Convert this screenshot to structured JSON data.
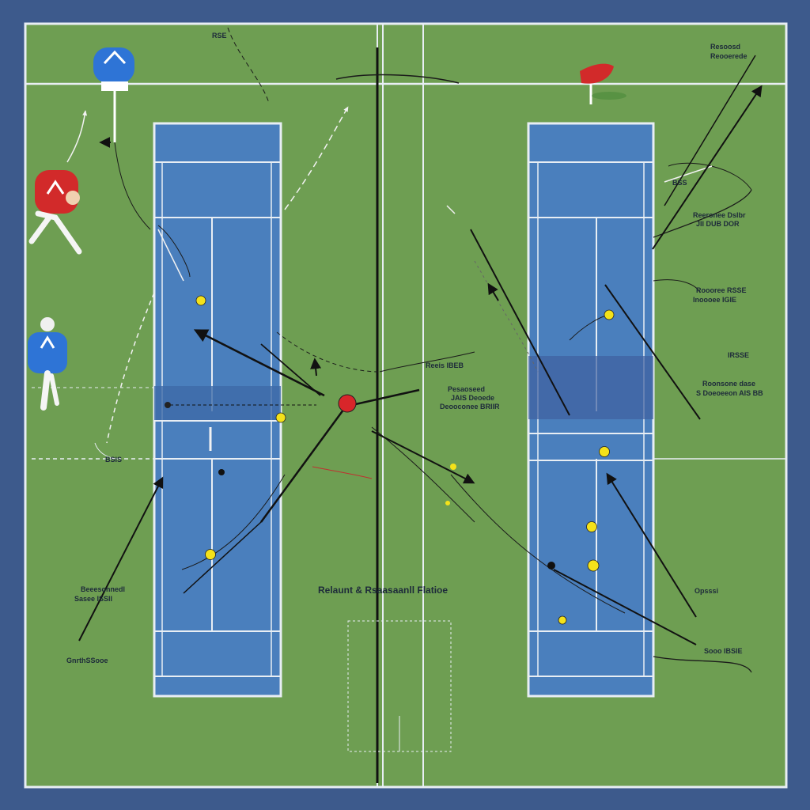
{
  "colors": {
    "frame": "#3d5a8c",
    "field": "#6e9e52",
    "court": "#4a7fbd",
    "lines": "#e8eef4",
    "ball": "#f4e21a",
    "red": "#d8262a",
    "arrow": "#111111"
  },
  "players": [
    {
      "name": "player-blue-top",
      "color": "#2e74d6"
    },
    {
      "name": "player-red",
      "color": "#d22a2a"
    },
    {
      "name": "player-blue-bottom",
      "color": "#2e74d6"
    }
  ],
  "flags": [
    {
      "name": "flag-blue",
      "color": "#2e74d6"
    },
    {
      "name": "flag-red",
      "color": "#d22a2a"
    }
  ],
  "annotations": {
    "top_right": [
      "Resoosd",
      "Reooerede"
    ],
    "right_1": "BSS",
    "right_2a": "Reeronee DsIbr",
    "right_2b": "JII DUB DOR",
    "right_3a": "Roooree RSSE",
    "right_3b": "Inoooee IGIE",
    "right_4": "IRSSE",
    "right_5a": "Roonsone dase",
    "right_5b": "S Doeoeeon AIS BB",
    "right_6": "Opsssi",
    "right_7": "Sooo IBSIE",
    "center_1": "Reeis IBEB",
    "center_2a": "Pesaoseed",
    "center_2b": "JAIS Deoede",
    "center_2c": "Deooconee BRIIR",
    "center_title": "Relaunt & Rsaasaanll Flatioe",
    "left_1": "BSIS",
    "left_2a": "Beeesonnedl",
    "left_2b": "Sasee ISSII",
    "left_3": "GnrthSSooe",
    "top_left": "RSE"
  }
}
